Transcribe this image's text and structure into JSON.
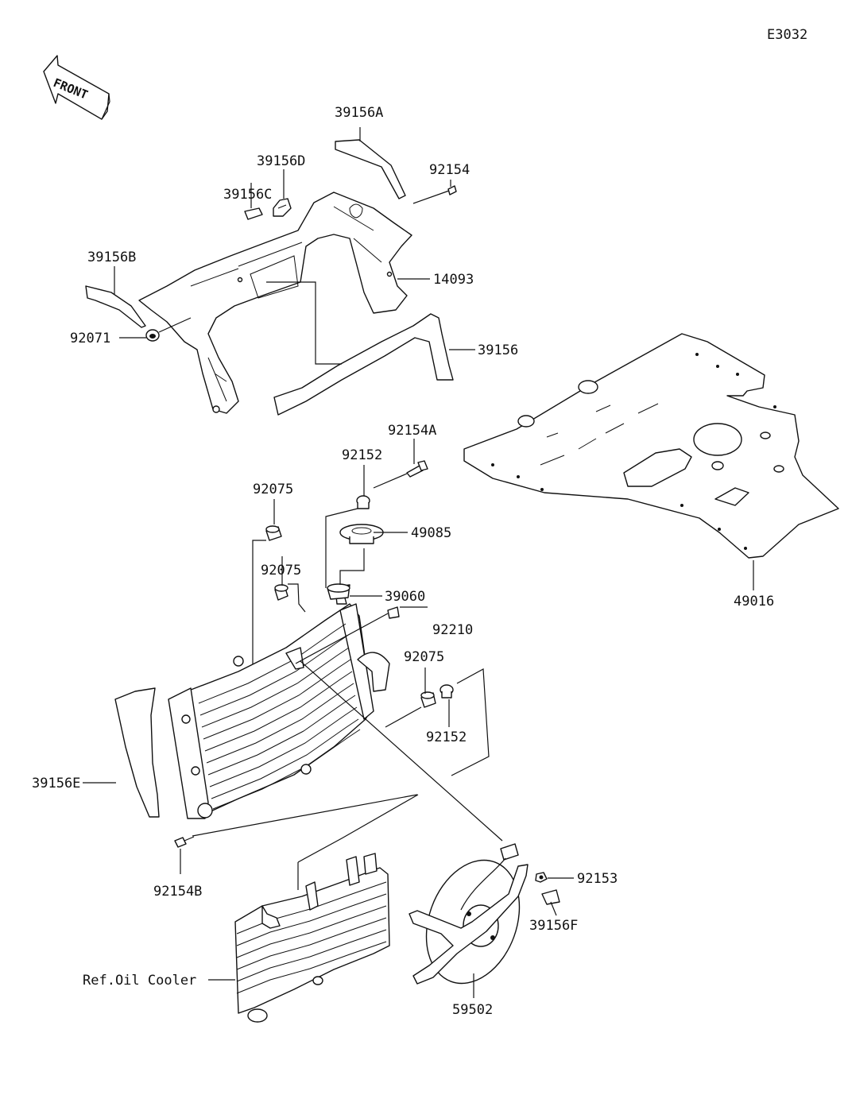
{
  "diagram_code": "E3032",
  "front_badge": "FRONT",
  "callouts": {
    "c_39156A": "39156A",
    "c_39156D": "39156D",
    "c_92154": "92154",
    "c_39156C": "39156C",
    "c_39156B": "39156B",
    "c_14093": "14093",
    "c_92071": "92071",
    "c_39156": "39156",
    "c_92154A": "92154A",
    "c_92152_top": "92152",
    "c_92075_a": "92075",
    "c_49085": "49085",
    "c_92075_b": "92075",
    "c_39060": "39060",
    "c_92210": "92210",
    "c_92075_c": "92075",
    "c_92152_mid": "92152",
    "c_39156E": "39156E",
    "c_92154B": "92154B",
    "c_92153": "92153",
    "c_39156F": "39156F",
    "c_ref_oil_cooler": "Ref.Oil Cooler",
    "c_59502": "59502",
    "c_49016": "49016"
  }
}
